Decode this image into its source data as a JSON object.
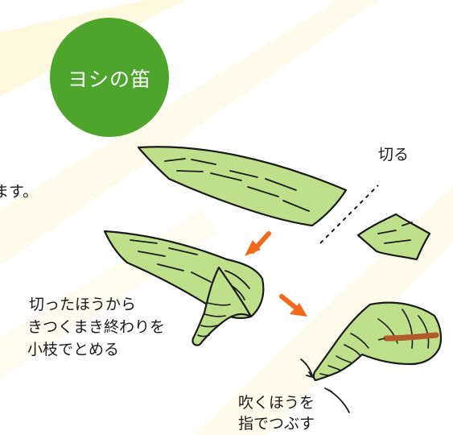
{
  "title": "ヨシの笛",
  "labels": {
    "cut": "切る",
    "edge_fragment": "ます。",
    "wrap_line1": "切ったほうから",
    "wrap_line2": "きつくまき終わりを",
    "wrap_line3": "小枝でとめる",
    "blow_line1": "吹くほうを",
    "blow_line2": "指でつぶす"
  },
  "colors": {
    "leaf": "#bfe08a",
    "title_circle": "#4ea52c",
    "arrow": "#f2691c",
    "twig": "#b35a2a",
    "outline": "#1a1a1a",
    "background_streak": "#fdf3c4"
  }
}
